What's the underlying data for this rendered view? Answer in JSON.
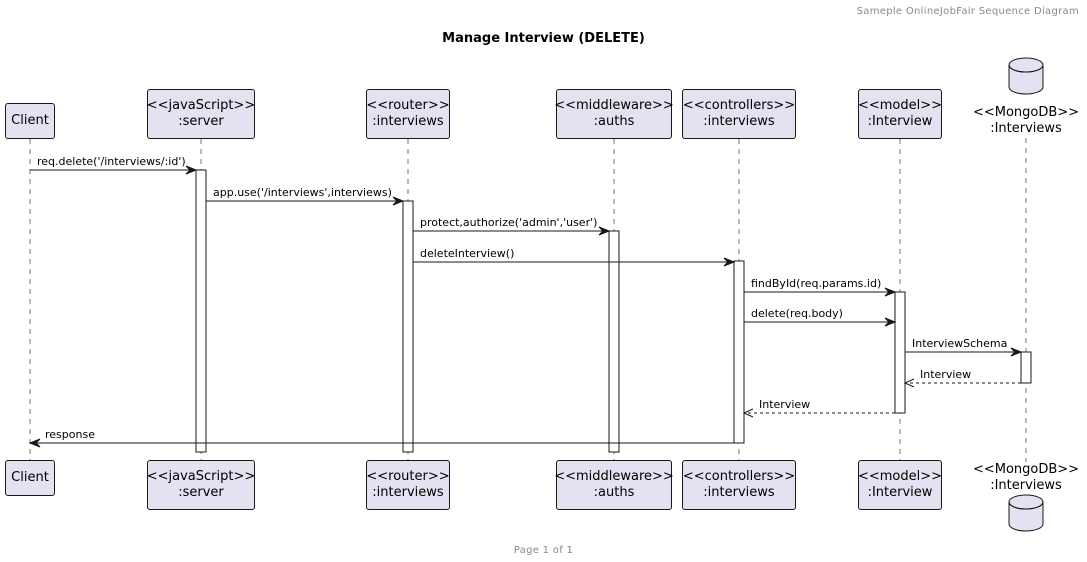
{
  "header_note": "Sameple OnlineJobFair Sequence Diagram",
  "title": "Manage Interview (DELETE)",
  "footer": "Page 1 of 1",
  "colors": {
    "participant_fill": "#E2E2F0",
    "border": "#181818",
    "background": "#FFFFFF"
  },
  "participants": [
    {
      "id": "client",
      "line1": "Client",
      "line2": ""
    },
    {
      "id": "server",
      "line1": "<<javaScript>>",
      "line2": ":server"
    },
    {
      "id": "router",
      "line1": "<<router>>",
      "line2": ":interviews"
    },
    {
      "id": "middleware",
      "line1": "<<middleware>>",
      "line2": ":auths"
    },
    {
      "id": "controllers",
      "line1": "<<controllers>>",
      "line2": ":interviews"
    },
    {
      "id": "model",
      "line1": "<<model>>",
      "line2": ":Interview"
    },
    {
      "id": "db",
      "line1": "<<MongoDB>>",
      "line2": ":Interviews",
      "shape": "database"
    }
  ],
  "messages": [
    {
      "from": "client",
      "to": "server",
      "label": "req.delete('/interviews/:id')",
      "style": "sync"
    },
    {
      "from": "server",
      "to": "router",
      "label": "app.use('/interviews',interviews)",
      "style": "sync"
    },
    {
      "from": "router",
      "to": "middleware",
      "label": "protect,authorize('admin','user')",
      "style": "sync"
    },
    {
      "from": "router",
      "to": "controllers",
      "label": "deleteInterview()",
      "style": "sync"
    },
    {
      "from": "controllers",
      "to": "model",
      "label": "findById(req.params.id)",
      "style": "sync"
    },
    {
      "from": "controllers",
      "to": "model",
      "label": "delete(req.body)",
      "style": "sync"
    },
    {
      "from": "model",
      "to": "db",
      "label": "InterviewSchema",
      "style": "sync"
    },
    {
      "from": "db",
      "to": "model",
      "label": "Interview",
      "style": "return"
    },
    {
      "from": "model",
      "to": "controllers",
      "label": "Interview",
      "style": "return"
    },
    {
      "from": "controllers",
      "to": "client",
      "label": "response",
      "style": "sync"
    }
  ]
}
